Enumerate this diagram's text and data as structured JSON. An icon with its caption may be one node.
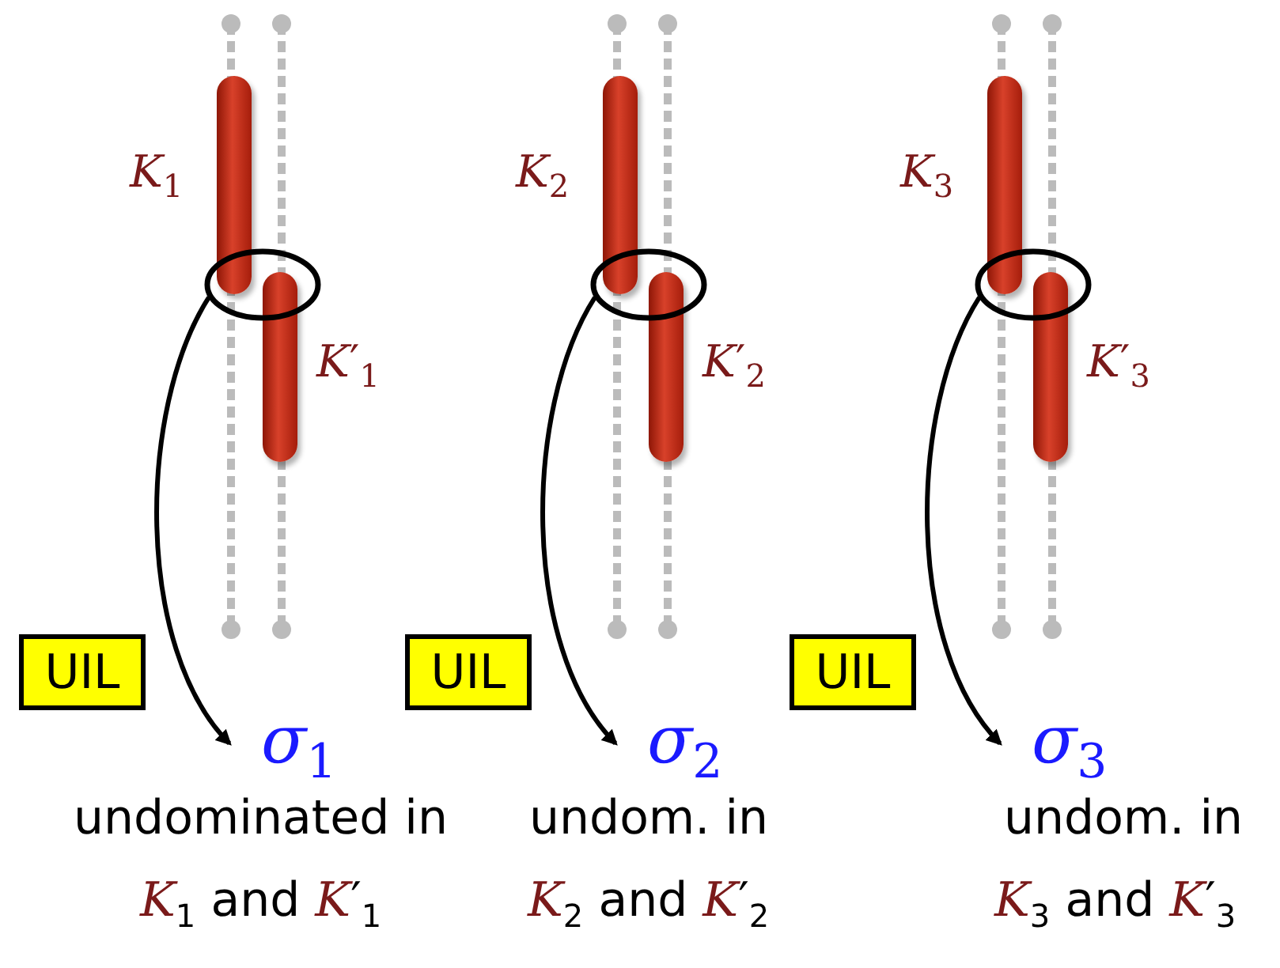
{
  "diagram": {
    "nodes": [
      {
        "text": [],
        "shape": "bar"
      },
      {
        "text": [],
        "shape": "bar"
      },
      {
        "text": [],
        "shape": "ellipse"
      },
      {
        "text": [
          "UIL"
        ]
      },
      {
        "text": [
          "*σ*$_{1}$"
        ]
      },
      {
        "text": [],
        "shape": "bar"
      },
      {
        "text": [],
        "shape": "bar"
      },
      {
        "text": [],
        "shape": "ellipse"
      },
      {
        "text": [
          "UIL"
        ]
      },
      {
        "text": [
          "*σ*$_{2}$"
        ]
      },
      {
        "text": [],
        "shape": "bar"
      },
      {
        "text": [],
        "shape": "bar"
      },
      {
        "text": [],
        "shape": "ellipse"
      },
      {
        "text": [
          "UIL"
        ]
      },
      {
        "text": [
          "*σ*$_{3}$"
        ]
      }
    ],
    "edges": [
      {
        "from": 2,
        "to": 4,
        "arrow": "to"
      },
      {
        "from": 7,
        "to": 9,
        "arrow": "to"
      },
      {
        "from": 12,
        "to": 14,
        "arrow": "to"
      }
    ],
    "labels": [
      "*K*$_{1}$",
      "*K*$_{2}$",
      "*K*$_{3}$",
      "*K*′$_{1}$",
      "*K*′$_{2}$",
      "*K*′$_{3}$",
      "undominated in",
      "undom. in",
      "undom. in",
      "*K*$_{1}$ and *K*′$_{1}$",
      "*K*$_{2}$ and *K*′$_{2}$",
      "*K*$_{3}$ and *K*′$_{3}$"
    ]
  }
}
